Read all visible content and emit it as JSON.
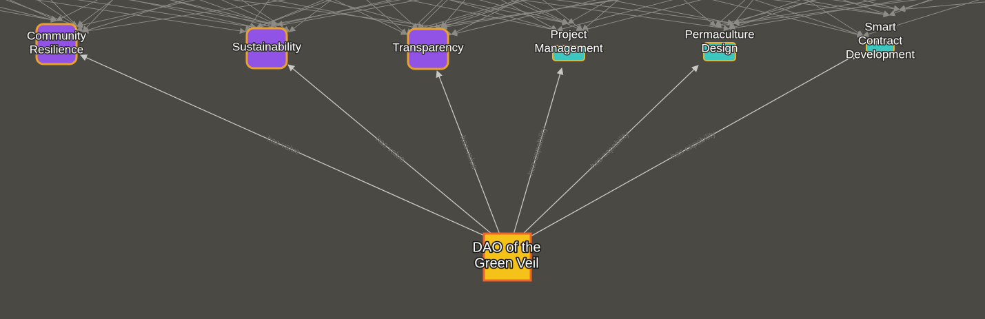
{
  "graph": {
    "hub": {
      "id": "dao",
      "label_lines": [
        "DAO of the",
        "Green Veil"
      ],
      "fill": "#f5c21a",
      "border": "#f0642a"
    },
    "nodes": [
      {
        "id": "community-resilience",
        "label_lines": [
          "Community",
          "Resilience"
        ],
        "kind": "value",
        "box": "purple"
      },
      {
        "id": "sustainability",
        "label_lines": [
          "Sustainability"
        ],
        "kind": "value",
        "box": "purple"
      },
      {
        "id": "transparency",
        "label_lines": [
          "Transparency"
        ],
        "kind": "value",
        "box": "purple"
      },
      {
        "id": "project-management",
        "label_lines": [
          "Project",
          "Management"
        ],
        "kind": "capability",
        "box": "small"
      },
      {
        "id": "permaculture-design",
        "label_lines": [
          "Permaculture",
          "Design"
        ],
        "kind": "capability",
        "box": "small"
      },
      {
        "id": "smart-contract-development",
        "label_lines": [
          "Smart",
          "Contract",
          "Development"
        ],
        "kind": "capability",
        "box": "small"
      }
    ],
    "edges": [
      {
        "from": "dao",
        "to": "community-resilience",
        "label": "has value"
      },
      {
        "from": "dao",
        "to": "sustainability",
        "label": "has value"
      },
      {
        "from": "dao",
        "to": "transparency",
        "label": "has value"
      },
      {
        "from": "dao",
        "to": "project-management",
        "label": "has capability"
      },
      {
        "from": "dao",
        "to": "permaculture-design",
        "label": "has capability"
      },
      {
        "from": "dao",
        "to": "smart-contract-development",
        "label": "has capability"
      }
    ],
    "colors": {
      "background": "#4a4944",
      "value_fill": "#9153e6",
      "value_border": "#e8a22c",
      "capability_fill": "#3cc6c0",
      "capability_border": "#e8b42c",
      "edge": "#c8c8c4",
      "edge_label": "#6f6e69",
      "background_edge": "#8c8b86"
    }
  }
}
